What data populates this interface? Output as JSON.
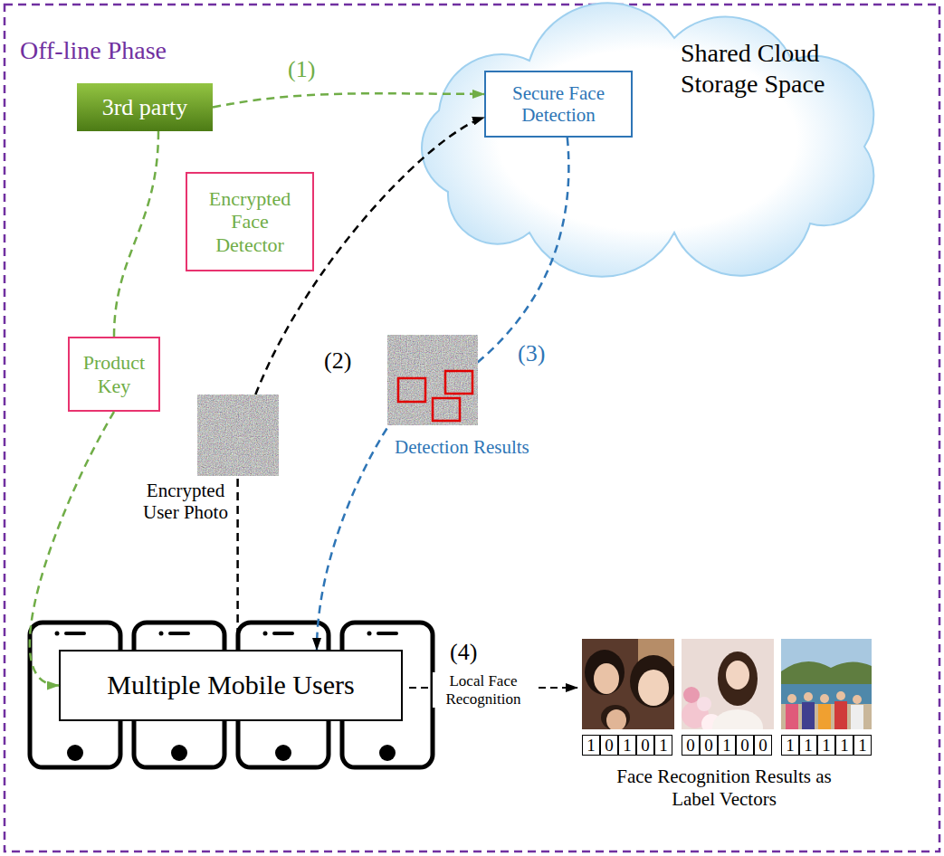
{
  "diagram": {
    "nodes": [
      {
        "text": [
          "Off-line Phase"
        ]
      },
      {
        "text": [
          "3rd party"
        ],
        "in": 0
      },
      {
        "text": [
          "Shared Cloud Storage Space"
        ],
        "in": 0
      },
      {
        "text": [
          "Secure Face Detection"
        ],
        "in": 2
      },
      {
        "text": [
          "Encrypted Face Detector"
        ],
        "in": 0
      },
      {
        "text": [
          "Product Key"
        ],
        "in": 0
      },
      {
        "text": [
          "Multiple Mobile Users"
        ],
        "in": 0
      }
    ],
    "edges": [
      {
        "from": 1,
        "to": 3,
        "arrow": "to",
        "label": "(1)"
      },
      {
        "from": 1,
        "to": 5,
        "arrow": "none"
      },
      {
        "from": 5,
        "to": 6,
        "arrow": "to"
      },
      {
        "from": 6,
        "to": 3,
        "arrow": "to",
        "label": "(2)"
      },
      {
        "from": 3,
        "to": 6,
        "arrow": "to",
        "label": "(3)"
      }
    ],
    "labels": [
      "Encrypted User Photo",
      "Detection Results",
      "(4)",
      "Local Face Recognition",
      "1",
      "0",
      "1",
      "0",
      "1",
      "0",
      "0",
      "1",
      "0",
      "0",
      "1",
      "1",
      "1",
      "1",
      "1",
      "Face Recognition Results as Label Vectors"
    ]
  }
}
